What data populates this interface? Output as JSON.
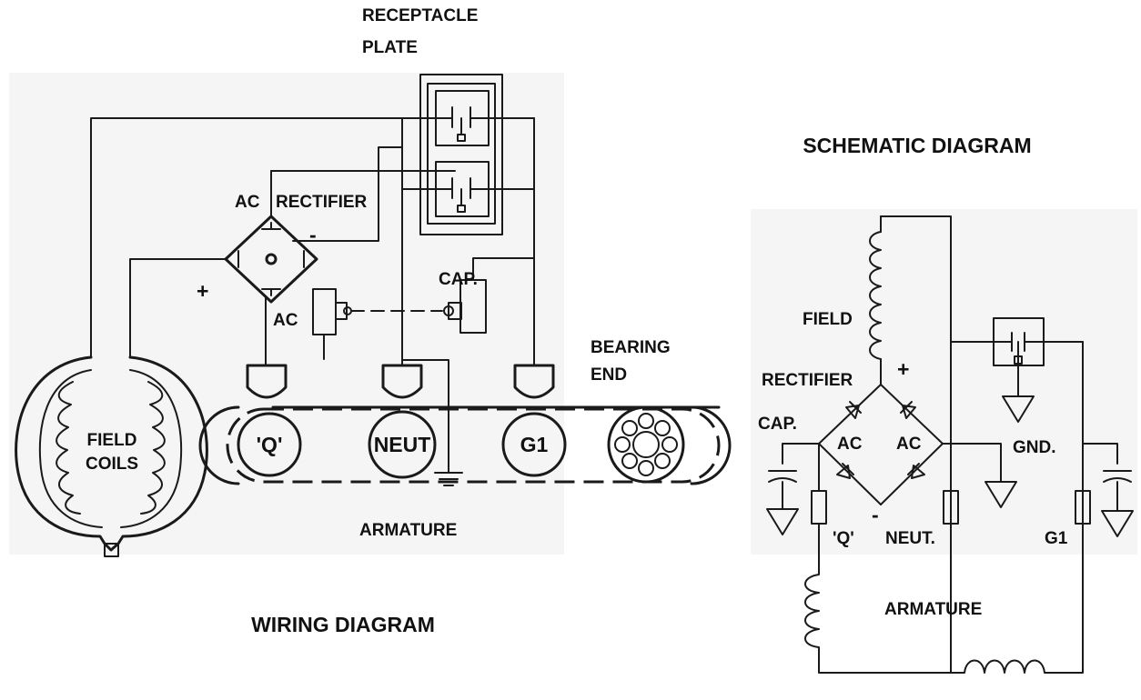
{
  "wiring": {
    "title": "WIRING DIAGRAM",
    "receptacle_line1": "RECEPTACLE",
    "receptacle_line2": "PLATE",
    "ac_top": "AC",
    "rectifier": "RECTIFIER",
    "minus": "-",
    "plus": "+",
    "ac_bottom": "AC",
    "cap": "CAP.",
    "bearing_line1": "BEARING",
    "bearing_line2": "END",
    "field_line1": "FIELD",
    "field_line2": "COILS",
    "q": "'Q'",
    "neut": "NEUT",
    "g1": "G1",
    "armature": "ARMATURE"
  },
  "schematic": {
    "title": "SCHEMATIC DIAGRAM",
    "field": "FIELD",
    "plus": "+",
    "rectifier": "RECTIFIER",
    "cap": "CAP.",
    "ac_left": "AC",
    "ac_right": "AC",
    "gnd": "GND.",
    "minus": "-",
    "q": "'Q'",
    "neut": "NEUT.",
    "g1": "G1",
    "armature": "ARMATURE"
  }
}
